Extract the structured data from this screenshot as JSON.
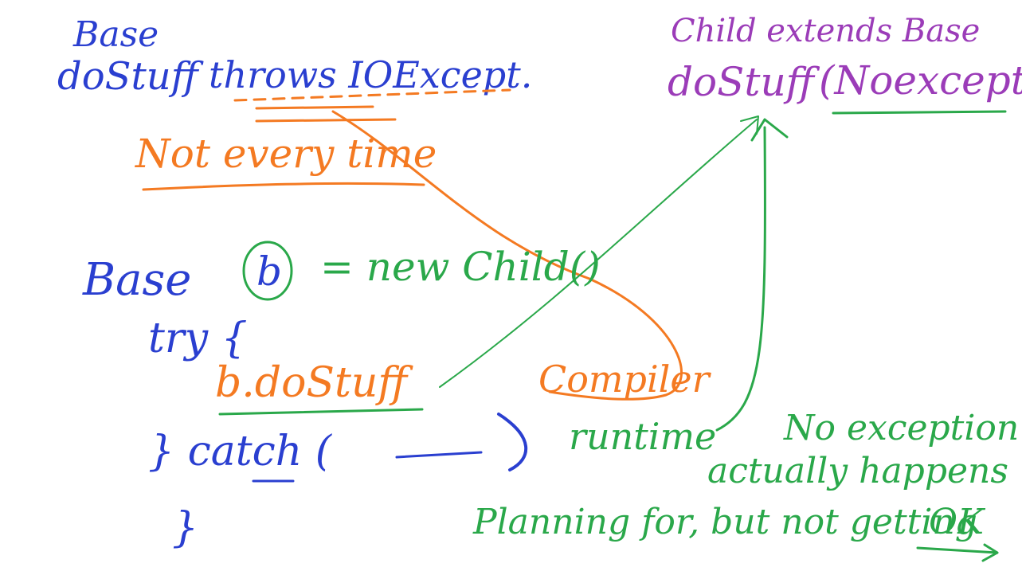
{
  "colors": {
    "blue": "#2a3fd0",
    "orange": "#f47a22",
    "green": "#2aa84a",
    "purple": "#9b3cb8",
    "background": "#ffffff"
  },
  "base": {
    "class_name": "Base",
    "method": "doStuff",
    "throws_clause": "throws IOExcept."
  },
  "note_not_every": "Not every time",
  "child": {
    "header": "Child extends Base",
    "method": "doStuff",
    "noexcept": "(Noexcept)"
  },
  "code": {
    "decl_type": "Base",
    "var": "b",
    "assign": "= new Child()",
    "try_kw": "try {",
    "call": "b.doStuff",
    "catch_line": "} catch (",
    "catch_close": ")",
    "close_brace": "}"
  },
  "labels": {
    "compiler": "Compiler",
    "runtime": "runtime"
  },
  "notes": {
    "no_exception_line1": "No exception",
    "no_exception_line2": "actually happens",
    "planning": "Planning for, but not getting",
    "ok": "OK"
  }
}
